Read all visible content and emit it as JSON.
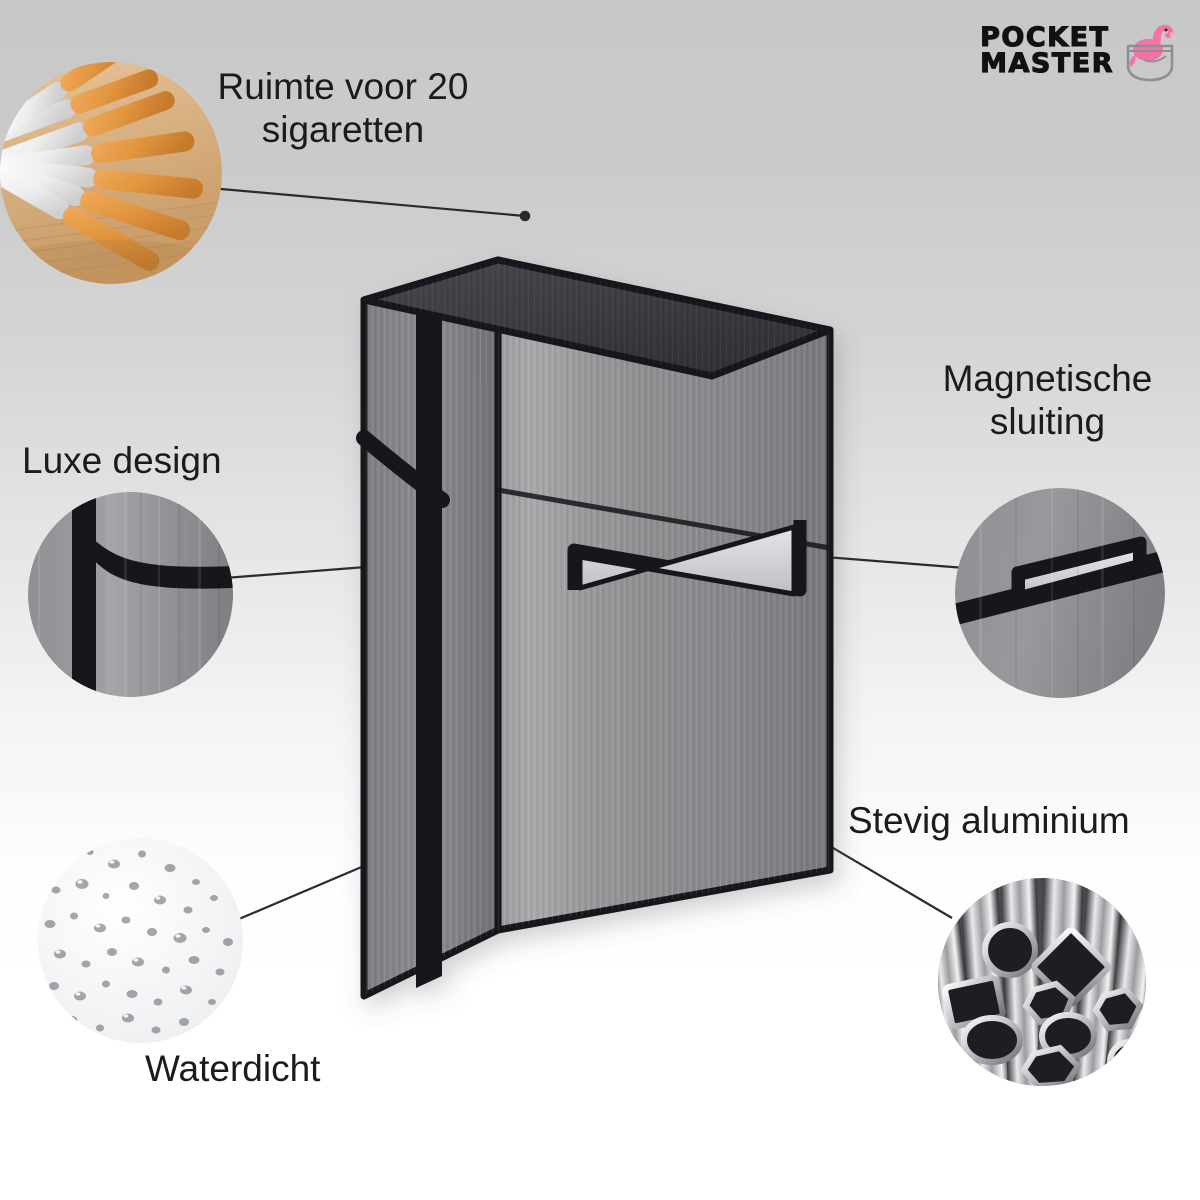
{
  "brand": {
    "line1": "POCKET",
    "line2": "MASTER",
    "mark": "flamingo-in-pocket-logo",
    "flamingo_color": "#f472a8",
    "pocket_outline": "#8f8f93"
  },
  "background": {
    "gradient_top": "#c8c8c8",
    "gradient_bottom": "#ffffff"
  },
  "product": {
    "name": "aluminium-cigarette-case",
    "body_color": "#8d8f91",
    "body_light": "#a9abad",
    "body_dark": "#6a6c6e",
    "lid_color": "#3c3d42",
    "trim_color": "#16161a",
    "clasp_color": "#d2d4d8"
  },
  "features": [
    {
      "id": "cigarettes",
      "label": "Ruimte voor 20\nsigaretten",
      "inset": "cigarettes-photo"
    },
    {
      "id": "magnetic",
      "label": "Magnetische\nsluiting",
      "inset": "magnetic-clasp-closeup"
    },
    {
      "id": "luxe",
      "label": "Luxe design",
      "inset": "corner-edge-closeup"
    },
    {
      "id": "aluminium",
      "label": "Stevig aluminium",
      "inset": "aluminium-tubes-photo"
    },
    {
      "id": "waterproof",
      "label": "Waterdicht",
      "inset": "water-droplets-photo"
    }
  ],
  "leader_lines": {
    "color": "#2b2b2b",
    "width": 2,
    "dot_radius": 4
  }
}
